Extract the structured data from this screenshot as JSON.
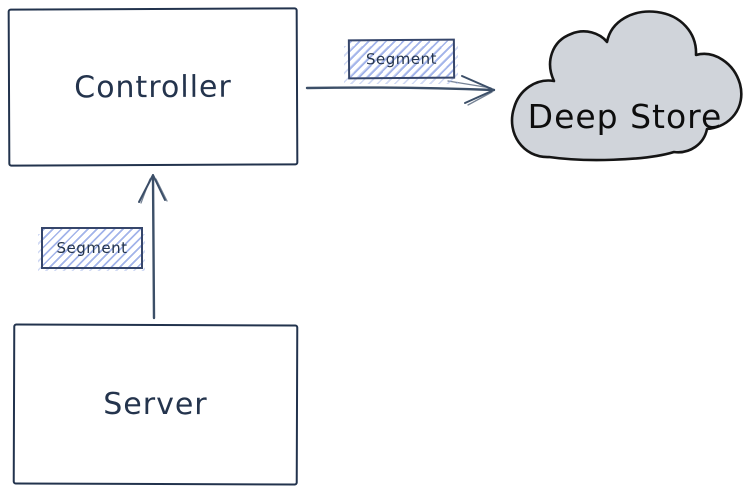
{
  "nodes": {
    "controller": {
      "label": "Controller"
    },
    "server": {
      "label": "Server"
    },
    "deep_store": {
      "label": "Deep Store"
    }
  },
  "edges": {
    "controller_to_deep_store": {
      "label": "Segment"
    },
    "server_to_controller": {
      "label": "Segment"
    }
  },
  "colors": {
    "background": "#ffffff",
    "node_stroke": "#22334d",
    "node_text": "#24344d",
    "arrow_stroke": "#3c4f68",
    "segment_border": "#36466b",
    "segment_hachure": "#a3b4ea",
    "cloud_fill": "#d0d4da",
    "cloud_stroke": "#151515",
    "cloud_text": "#0d0d0d"
  }
}
